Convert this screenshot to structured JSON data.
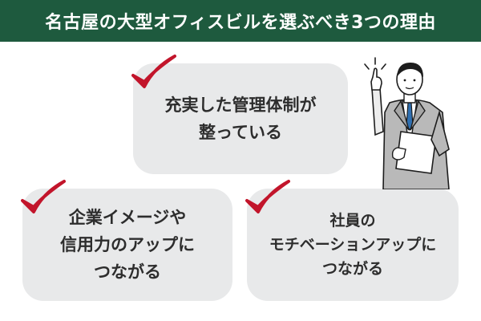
{
  "header": {
    "title": "名古屋の大型オフィスビルを選ぶべき3つの理由"
  },
  "reasons": [
    {
      "lines": [
        "充実した管理体制が",
        "整っている"
      ]
    },
    {
      "lines": [
        "企業イメージや",
        "信用力のアップに",
        "つながる"
      ]
    },
    {
      "lines": [
        "社員の",
        "モチベーションアップに",
        "つながる"
      ]
    }
  ],
  "colors": {
    "banner": "#1e5a3e",
    "card": "#e8e9ea",
    "check": "#c2152b",
    "text": "#2d2d2d"
  },
  "icons": [
    "check-mark-icon",
    "businessman-illustration"
  ]
}
